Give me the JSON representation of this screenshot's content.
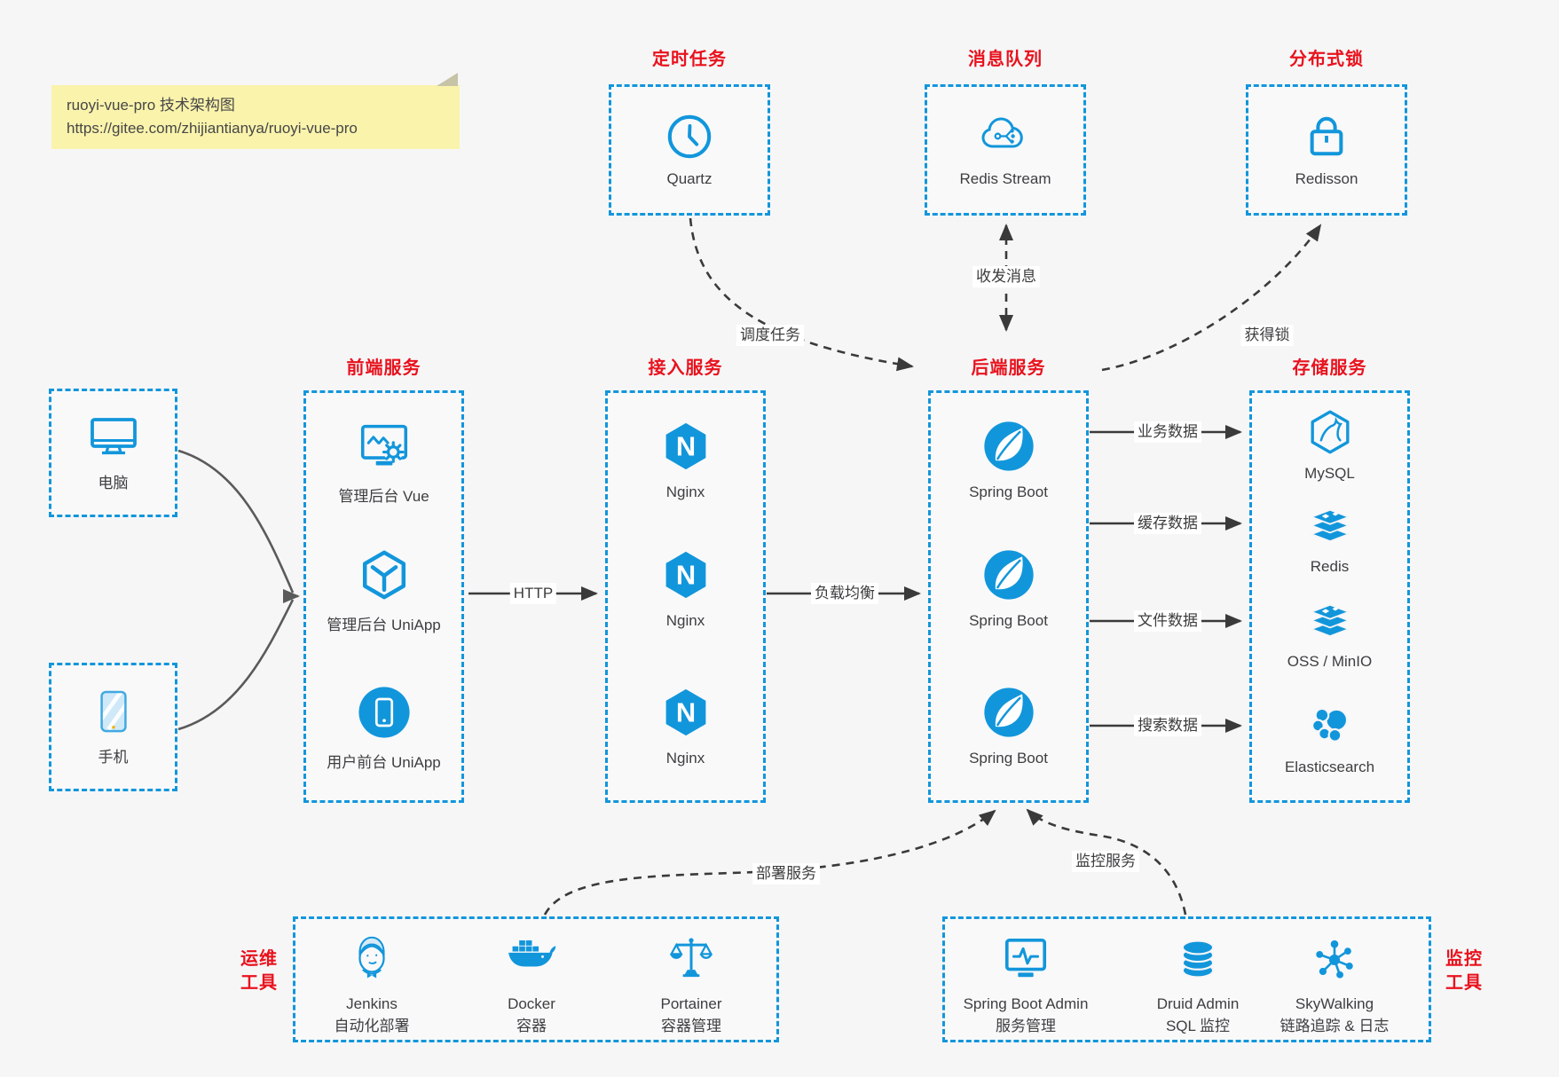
{
  "note": {
    "line1": "ruoyi-vue-pro 技术架构图",
    "line2": "https://gitee.com/zhijiantianya/ruoyi-vue-pro"
  },
  "groups": {
    "scheduler": {
      "title": "定时任务",
      "node": {
        "icon": "clock-icon",
        "label": "Quartz"
      }
    },
    "mq": {
      "title": "消息队列",
      "node": {
        "icon": "cloud-stream-icon",
        "label": "Redis Stream"
      }
    },
    "lock": {
      "title": "分布式锁",
      "node": {
        "icon": "lock-icon",
        "label": "Redisson"
      }
    }
  },
  "clients": [
    {
      "icon": "desktop-icon",
      "label": "电脑"
    },
    {
      "icon": "phone-icon",
      "label": "手机"
    }
  ],
  "columns": [
    {
      "title": "前端服务",
      "items": [
        {
          "icon": "admin-vue-icon",
          "label": "管理后台 Vue"
        },
        {
          "icon": "uniapp-cube-icon",
          "label": "管理后台 UniApp"
        },
        {
          "icon": "user-uniapp-icon",
          "label": "用户前台 UniApp"
        }
      ]
    },
    {
      "title": "接入服务",
      "items": [
        {
          "icon": "nginx-icon",
          "label": "Nginx"
        },
        {
          "icon": "nginx-icon",
          "label": "Nginx"
        },
        {
          "icon": "nginx-icon",
          "label": "Nginx"
        }
      ]
    },
    {
      "title": "后端服务",
      "items": [
        {
          "icon": "spring-boot-icon",
          "label": "Spring Boot"
        },
        {
          "icon": "spring-boot-icon",
          "label": "Spring Boot"
        },
        {
          "icon": "spring-boot-icon",
          "label": "Spring Boot"
        }
      ]
    },
    {
      "title": "存储服务",
      "items": [
        {
          "icon": "mysql-icon",
          "label": "MySQL"
        },
        {
          "icon": "redis-icon",
          "label": "Redis"
        },
        {
          "icon": "oss-minio-icon",
          "label": "OSS / MinIO"
        },
        {
          "icon": "elasticsearch-icon",
          "label": "Elasticsearch"
        }
      ]
    }
  ],
  "ops": {
    "side": [
      "运维",
      "工具"
    ],
    "items": [
      {
        "icon": "jenkins-icon",
        "label": "Jenkins",
        "sublabel": "自动化部署"
      },
      {
        "icon": "docker-icon",
        "label": "Docker",
        "sublabel": "容器"
      },
      {
        "icon": "portainer-icon",
        "label": "Portainer",
        "sublabel": "容器管理"
      }
    ]
  },
  "monitoring": {
    "side": [
      "监控",
      "工具"
    ],
    "items": [
      {
        "icon": "spring-boot-admin-icon",
        "label": "Spring Boot Admin",
        "sublabel": "服务管理"
      },
      {
        "icon": "druid-icon",
        "label": "Druid Admin",
        "sublabel": "SQL 监控"
      },
      {
        "icon": "skywalking-icon",
        "label": "SkyWalking",
        "sublabel": "链路追踪 & 日志"
      }
    ]
  },
  "connections": [
    {
      "from": "电脑",
      "to": "前端服务",
      "label": "",
      "style": "solid-curve"
    },
    {
      "from": "手机",
      "to": "前端服务",
      "label": "",
      "style": "solid-curve"
    },
    {
      "from": "前端服务",
      "to": "接入服务",
      "label": "HTTP",
      "style": "solid"
    },
    {
      "from": "接入服务",
      "to": "后端服务",
      "label": "负载均衡",
      "style": "solid"
    },
    {
      "from": "后端服务",
      "to": "MySQL",
      "label": "业务数据",
      "style": "solid"
    },
    {
      "from": "后端服务",
      "to": "Redis",
      "label": "缓存数据",
      "style": "solid"
    },
    {
      "from": "后端服务",
      "to": "OSS / MinIO",
      "label": "文件数据",
      "style": "solid"
    },
    {
      "from": "后端服务",
      "to": "Elasticsearch",
      "label": "搜索数据",
      "style": "solid"
    },
    {
      "from": "Quartz",
      "to": "后端服务",
      "label": "调度任务",
      "style": "dashed"
    },
    {
      "from": "Redis Stream",
      "to": "后端服务",
      "label": "收发消息",
      "style": "dashed-bidirectional"
    },
    {
      "from": "后端服务",
      "to": "Redisson",
      "label": "获得锁",
      "style": "dashed"
    },
    {
      "from": "运维工具",
      "to": "后端服务",
      "label": "部署服务",
      "style": "dashed"
    },
    {
      "from": "监控工具",
      "to": "后端服务",
      "label": "监控服务",
      "style": "dashed"
    }
  ],
  "colors": {
    "accent_blue": "#1296db",
    "title_red": "#e8121d",
    "text_dark": "#3e3e40",
    "note_bg": "#faf3ac",
    "arrow_dark": "#3a3a3a",
    "client_line_gray": "#5a5a5a"
  }
}
